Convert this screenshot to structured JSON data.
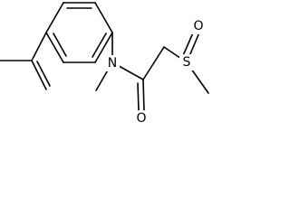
{
  "structure": {
    "atoms": {
      "nitrogen": "N",
      "carbonyl_oxygen": "O",
      "sulfur": "S",
      "sulfoxide_oxygen": "O"
    }
  },
  "colors": {
    "bond": "#000000",
    "background": "#ffffff"
  }
}
